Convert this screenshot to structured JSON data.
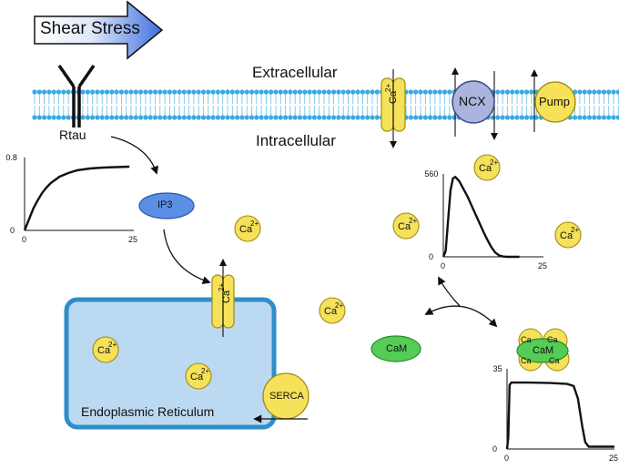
{
  "shear_stress": "Shear Stress",
  "extracellular": "Extracellular",
  "intracellular": "Intracellular",
  "rtau": "Rtau",
  "ip3": "IP3",
  "ncx": "NCX",
  "pump": "Pump",
  "serca": "SERCA",
  "cam": "CaM",
  "er_label": "Endoplasmic Reticulum",
  "ca_base": "Ca",
  "ca_sup": "2+",
  "colors": {
    "membrane_head": "#3aa9e0",
    "er_fill": "#bcd9f2",
    "er_border": "#2f8ec9",
    "ion": "#f5e15a",
    "ncx": "#aab4dd",
    "ip3": "#4f86df",
    "cam": "#55cc55"
  },
  "charts": [
    {
      "id": "rtau-chart",
      "type": "line",
      "shape": "saturating-rise",
      "x_ticks": [
        "0",
        "25"
      ],
      "y_ticks": [
        "0",
        "0.8"
      ],
      "xlim": [
        0,
        25
      ],
      "ylim": [
        0,
        0.8
      ],
      "points": [
        [
          0,
          0
        ],
        [
          1,
          0.12
        ],
        [
          2,
          0.24
        ],
        [
          3,
          0.33
        ],
        [
          4,
          0.41
        ],
        [
          5,
          0.47
        ],
        [
          6,
          0.52
        ],
        [
          8,
          0.59
        ],
        [
          10,
          0.63
        ],
        [
          12,
          0.66
        ],
        [
          15,
          0.68
        ],
        [
          18,
          0.69
        ],
        [
          21,
          0.695
        ],
        [
          24,
          0.7
        ]
      ]
    },
    {
      "id": "calcium-chart",
      "type": "line",
      "shape": "spike-and-decay",
      "x_ticks": [
        "0",
        "25"
      ],
      "y_ticks": [
        "0",
        "560"
      ],
      "xlim": [
        0,
        25
      ],
      "ylim": [
        0,
        560
      ],
      "points": [
        [
          0,
          0
        ],
        [
          0.6,
          40
        ],
        [
          1.2,
          250
        ],
        [
          1.8,
          450
        ],
        [
          2.4,
          530
        ],
        [
          3,
          540
        ],
        [
          4,
          510
        ],
        [
          5,
          460
        ],
        [
          6,
          410
        ],
        [
          7,
          350
        ],
        [
          8,
          290
        ],
        [
          9,
          230
        ],
        [
          10,
          170
        ],
        [
          11,
          115
        ],
        [
          12,
          65
        ],
        [
          13,
          28
        ],
        [
          14,
          8
        ],
        [
          15,
          2
        ],
        [
          16,
          0
        ],
        [
          19,
          0
        ]
      ]
    },
    {
      "id": "cam-chart",
      "type": "line",
      "shape": "plateau",
      "x_ticks": [
        "0",
        "25"
      ],
      "y_ticks": [
        "0",
        "35"
      ],
      "xlim": [
        0,
        25
      ],
      "ylim": [
        0,
        35
      ],
      "points": [
        [
          0,
          0
        ],
        [
          0.3,
          5
        ],
        [
          0.6,
          28
        ],
        [
          1,
          29
        ],
        [
          5,
          29
        ],
        [
          10,
          28.8
        ],
        [
          14,
          28.4
        ],
        [
          15.5,
          27.5
        ],
        [
          16.5,
          22
        ],
        [
          17.5,
          10
        ],
        [
          18.2,
          3
        ],
        [
          19,
          1
        ],
        [
          20,
          1
        ],
        [
          25,
          1
        ]
      ]
    }
  ]
}
